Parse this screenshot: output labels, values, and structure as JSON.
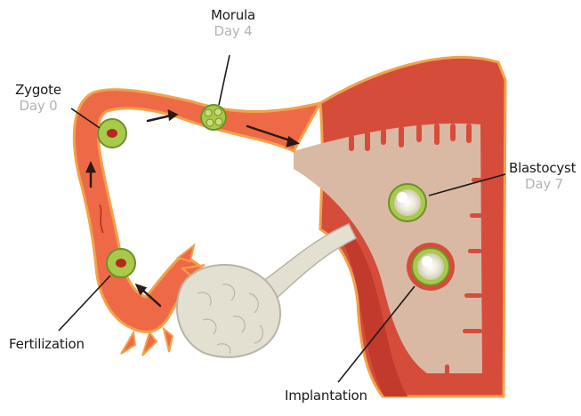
{
  "labels": {
    "morula": {
      "name": "Morula",
      "day": "Day 4"
    },
    "zygote": {
      "name": "Zygote",
      "day": "Day 0"
    },
    "blastocyst": {
      "name": "Blastocyst",
      "day": "Day 7"
    },
    "fertilization": {
      "name": "Fertilization"
    },
    "implantation": {
      "name": "Implantation"
    }
  },
  "colors": {
    "tube": "#ee6a47",
    "tube_outline": "#f3a14a",
    "muscle": "#d64c3a",
    "muscle_dark": "#c23a2c",
    "endometrium": "#d9b9a4",
    "ovary": "#e3e0d2",
    "ovary_stroke": "#b9b5a5",
    "cell_green": "#a9c94a",
    "cell_green_dark": "#6f8f2a",
    "cell_red": "#b8281f",
    "leader": "#1a1a1a",
    "arrow": "#2b1a16"
  }
}
